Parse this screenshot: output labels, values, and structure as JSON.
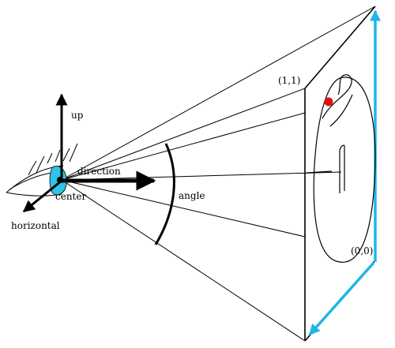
{
  "labels": {
    "up": "up",
    "direction": "direction",
    "center": "center",
    "horizontal": "horizontal",
    "angle": "angle",
    "corner_top": "(1,1)",
    "corner_bottom": "(0,0)"
  },
  "colors": {
    "eye": "#2ec4e8",
    "accent_arrow": "#1fb6e6",
    "marker": "#e01010",
    "line": "#000000"
  }
}
